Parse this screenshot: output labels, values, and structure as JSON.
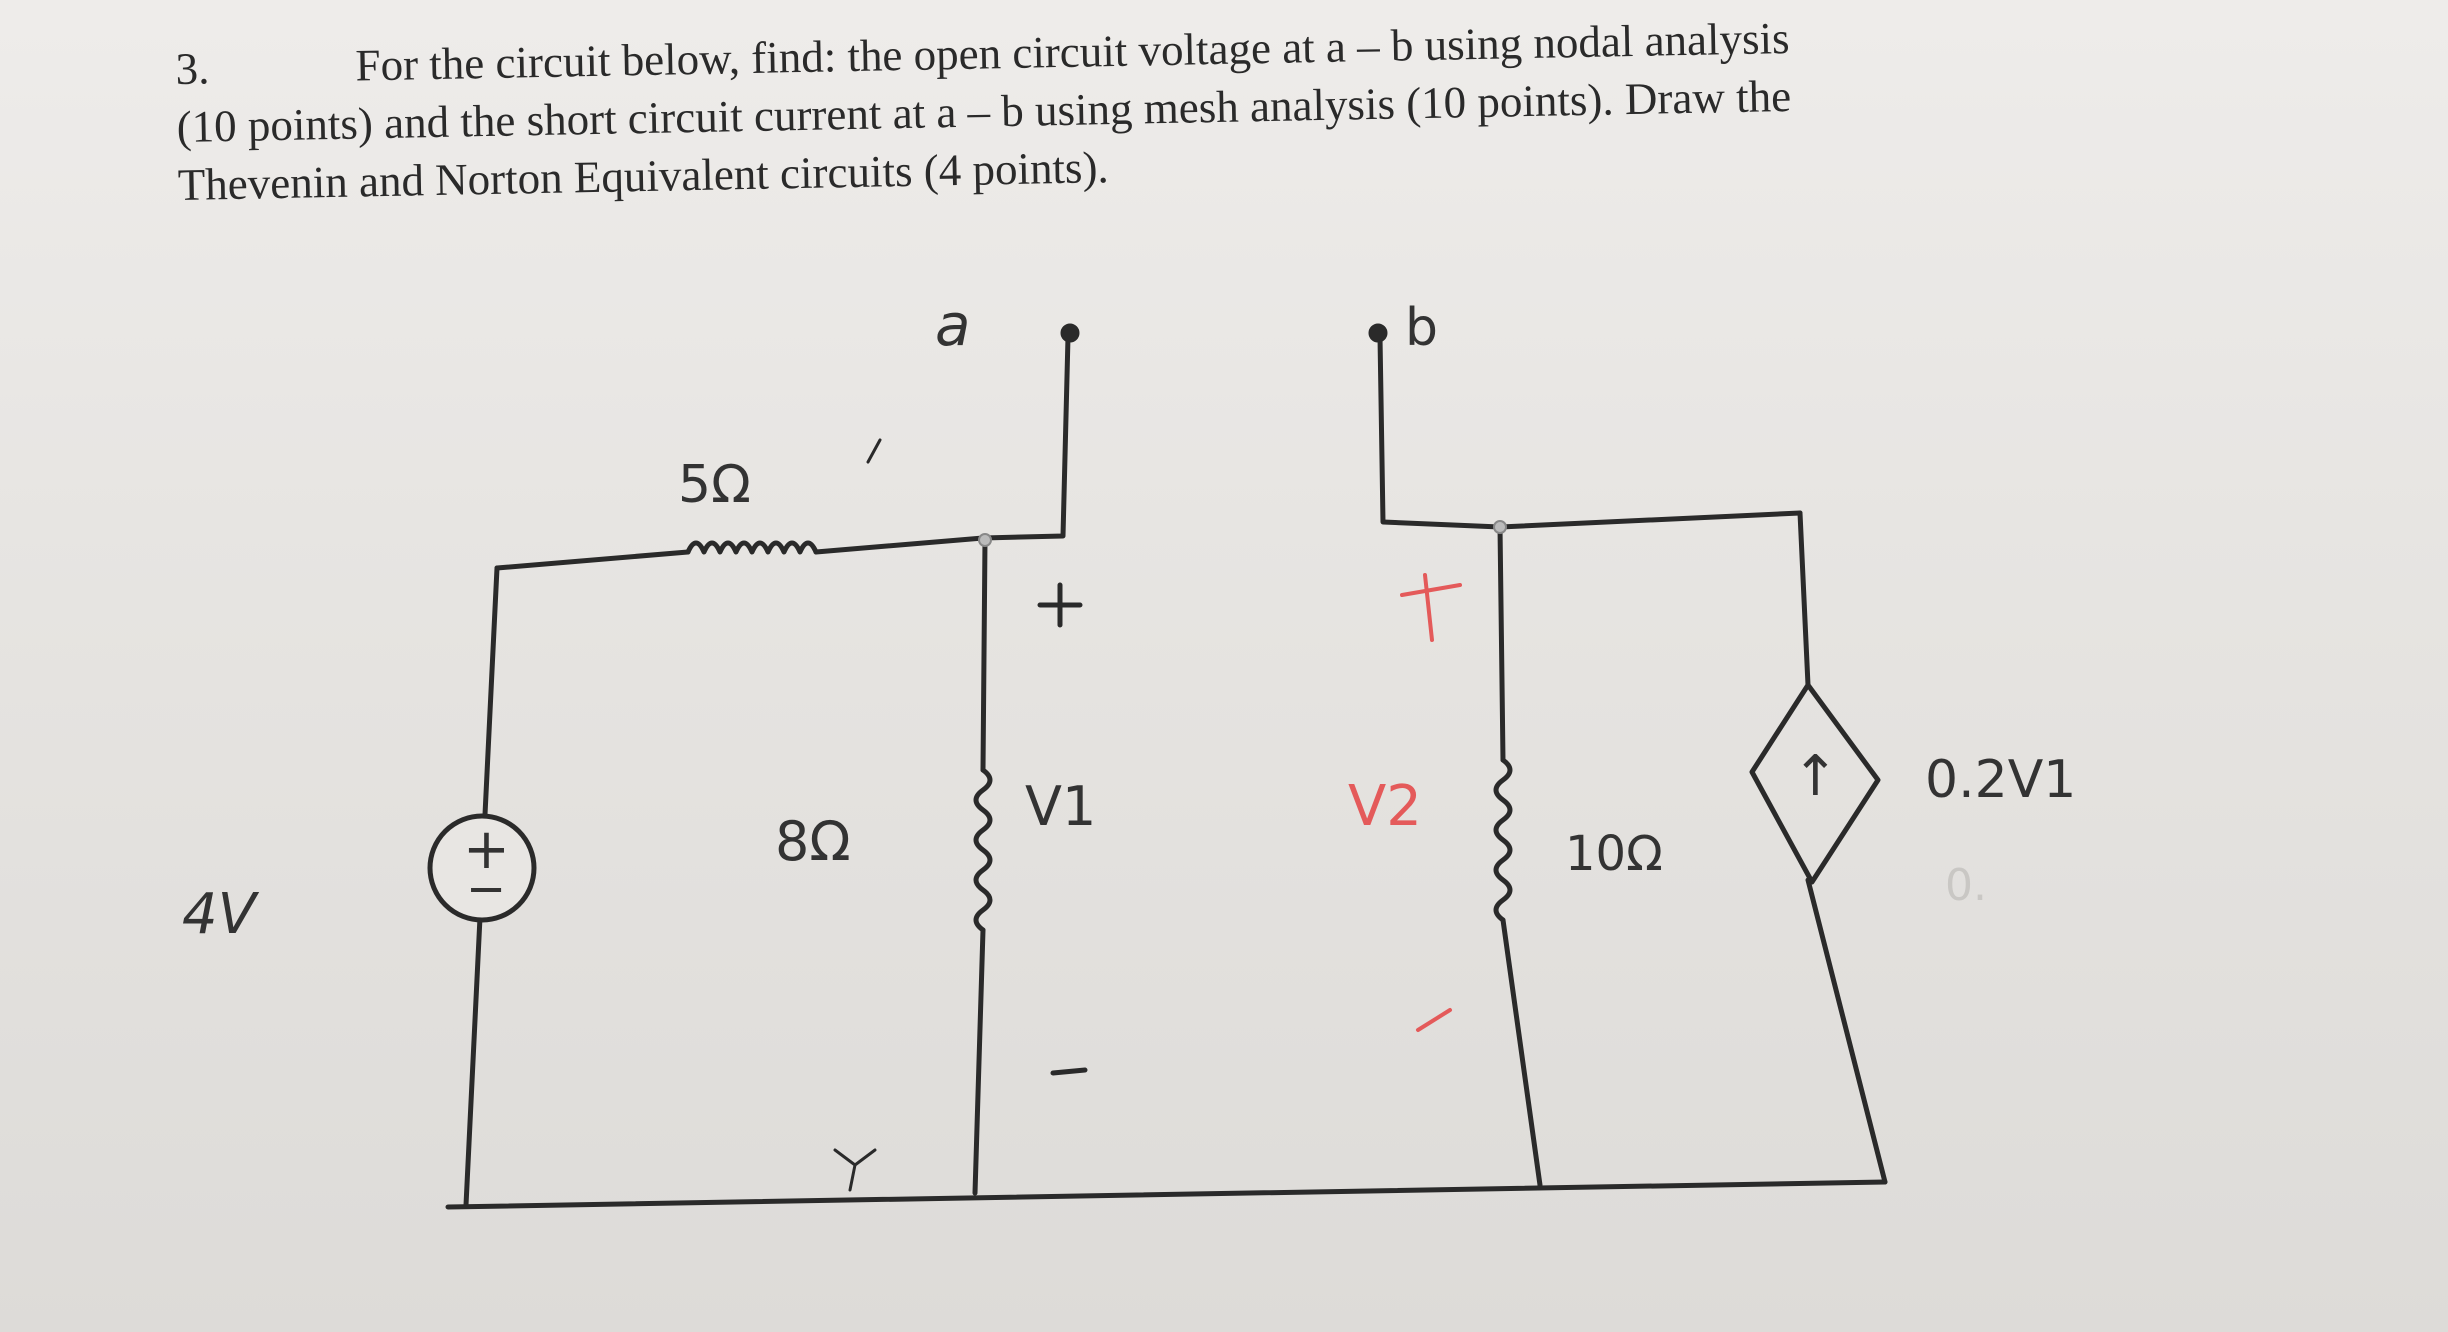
{
  "problem": {
    "number": "3.",
    "line1": "For the circuit below, find: the open circuit voltage at a – b using nodal analysis",
    "line2": "(10 points) and the short circuit current at a – b using mesh analysis (10 points). Draw the",
    "line3": "Thevenin and Norton Equivalent circuits (4 points)."
  },
  "circuit": {
    "terminal_a": "a",
    "terminal_b": "b",
    "resistor_5": "5Ω",
    "resistor_8": "8Ω",
    "resistor_10": "10Ω",
    "source_voltage": "4V",
    "source_plus": "+",
    "source_minus": "−",
    "v1_label": "V1",
    "v1_plus": "+",
    "v1_minus": "−",
    "v2_label": "V2",
    "v2_plus": "+",
    "v2_minus": "−",
    "dependent_source": "0.2V1",
    "arrow_up": "↑",
    "faint_note": "0."
  },
  "colors": {
    "ink": "#2a2a2a",
    "red_ink": "#e45a5a"
  }
}
